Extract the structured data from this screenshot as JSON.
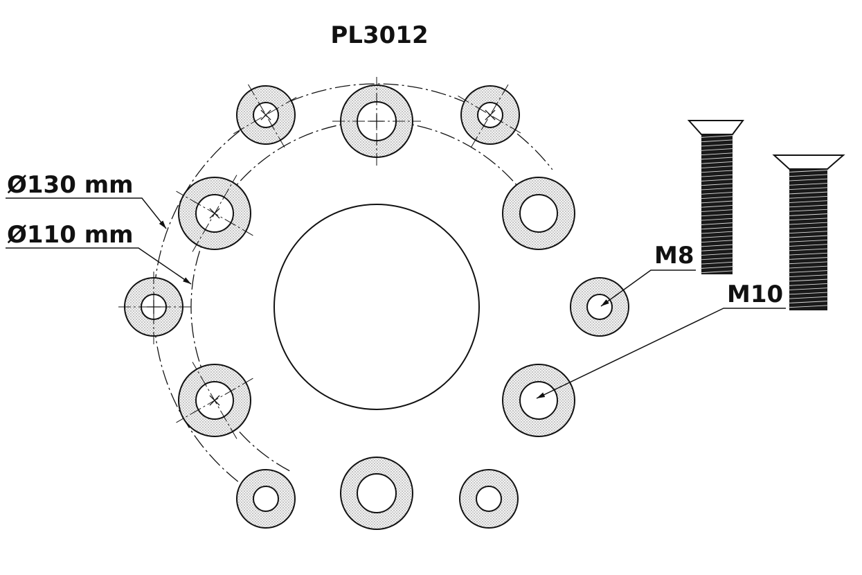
{
  "title": "PL3012",
  "dimensions": {
    "outer_circle": "Ø130 mm",
    "inner_circle": "Ø110 mm"
  },
  "screws": {
    "small": "M8",
    "large": "M10"
  },
  "colors": {
    "line": "#111111",
    "fill_dots": "#555555",
    "background": "#ffffff"
  }
}
